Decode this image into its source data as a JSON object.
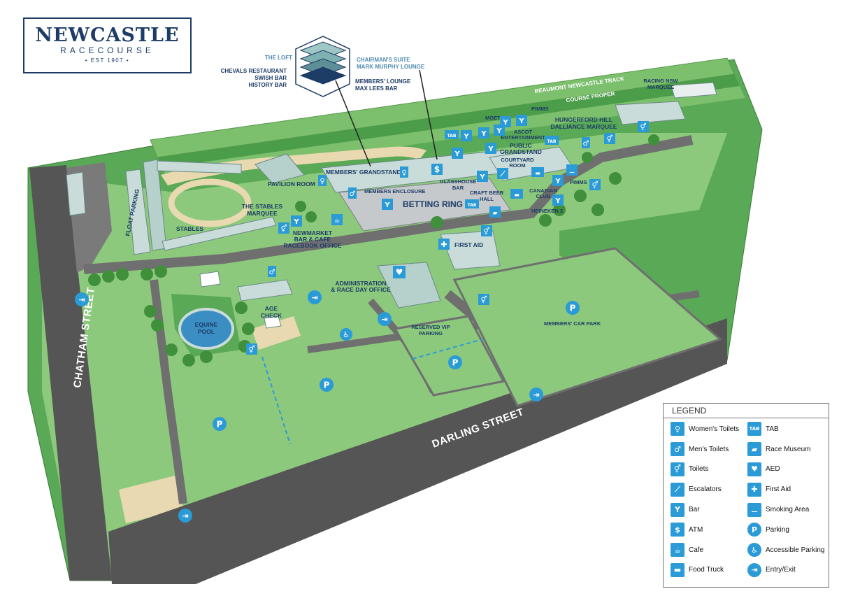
{
  "logo": {
    "name": "NEWCASTLE",
    "sub": "RACECOURSE",
    "est": "• EST 1907 •"
  },
  "callouts": {
    "left": [
      "THE LOFT",
      "CHEVALS RESTAURANT",
      "SWISH BAR",
      "HISTORY BAR"
    ],
    "right": [
      "CHAIRMAN'S SUITE",
      "MARK MURPHY LOUNGE",
      "MEMBERS' LOUNGE",
      "MAX LEES BAR"
    ]
  },
  "streets": {
    "chatham": "CHATHAM STREET",
    "darling": "DARLING STREET"
  },
  "tracks": {
    "beaumont": "BEAUMONT NEWCASTLE TRACK",
    "course": "COURSE PROPER"
  },
  "areas": {
    "float_parking": "FLOAT PARKING",
    "stables": "STABLES",
    "pavilion": "PAVILION ROOM",
    "stables_marquee_1": "THE STABLES",
    "stables_marquee_2": "MARQUEE",
    "members_grandstand": "MEMBERS' GRANDSTAND",
    "members_enclosure": "MEMBERS ENCLOSURE",
    "betting_ring": "BETTING RING",
    "glasshouse_1": "GLASSHOUSE",
    "glasshouse_2": "BAR",
    "craft_1": "CRAFT BEER",
    "craft_2": "HALL",
    "courtyard_1": "COURTYARD",
    "courtyard_2": "ROOM",
    "public_1": "PUBLIC",
    "public_2": "GRANDSTAND",
    "moet": "MOET",
    "pimms_top": "PIMMS",
    "ascot_1": "ASCOT",
    "ascot_2": "ENTERTAINMENT",
    "hungerford_1": "HUNGERFORD HILL",
    "hungerford_2": "DALLIANCE MARQUEE",
    "racing_1": "RACING NSW",
    "racing_2": "MARQUEE",
    "canadian_1": "CANADIAN",
    "canadian_2": "CLUB",
    "pimms_right": "PIMMS",
    "heineken": "HEINEKEN 3",
    "newmarket_1": "NEWMARKET",
    "newmarket_2": "BAR & CAFE",
    "newmarket_3": "RACEBOOK OFFICE",
    "first_aid": "FIRST AID",
    "admin_1": "ADMINISTRATION",
    "admin_2": "& RACE DAY OFFICE",
    "age_1": "AGE",
    "age_2": "CHECK",
    "equine_1": "EQUINE",
    "equine_2": "POOL",
    "reserved_1": "RESERVED VIP",
    "reserved_2": "PARKING",
    "members_car_park": "MEMBERS' CAR PARK"
  },
  "pins": {
    "parking": "P",
    "atm": "$",
    "tab": "TAB"
  },
  "legend": {
    "title": "LEGEND",
    "left": [
      {
        "label": "Women's Toilets",
        "icon": "womens-toilet-icon",
        "glyph": "♀"
      },
      {
        "label": "Men's Toilets",
        "icon": "mens-toilet-icon",
        "glyph": "♂"
      },
      {
        "label": "Toilets",
        "icon": "toilets-icon",
        "glyph": "⚥"
      },
      {
        "label": "Escalators",
        "icon": "escalator-icon",
        "glyph": "⟋"
      },
      {
        "label": "Bar",
        "icon": "bar-icon",
        "glyph": "Y"
      },
      {
        "label": "ATM",
        "icon": "atm-icon",
        "glyph": "$"
      },
      {
        "label": "Cafe",
        "icon": "cafe-icon",
        "glyph": "☕"
      },
      {
        "label": "Food Truck",
        "icon": "food-truck-icon",
        "glyph": "▬"
      }
    ],
    "right": [
      {
        "label": "TAB",
        "icon": "tab-icon",
        "glyph": "TAB"
      },
      {
        "label": "Race Museum",
        "icon": "museum-icon",
        "glyph": "▰"
      },
      {
        "label": "AED",
        "icon": "aed-icon",
        "glyph": "♥"
      },
      {
        "label": "First Aid",
        "icon": "first-aid-icon",
        "glyph": "✚"
      },
      {
        "label": "Smoking Area",
        "icon": "smoking-icon",
        "glyph": "⚊"
      },
      {
        "label": "Parking",
        "icon": "parking-icon",
        "glyph": "P"
      },
      {
        "label": "Accessible Parking",
        "icon": "accessible-parking-icon",
        "glyph": "♿"
      },
      {
        "label": "Entry/Exit",
        "icon": "entry-exit-icon",
        "glyph": "⇥"
      }
    ]
  },
  "colors": {
    "grass": "#8cc97c",
    "grass_dark": "#5aa957",
    "road": "#6a6a6a",
    "building": "#c9dcd9",
    "path": "#e9d9b0",
    "icon": "#2a9bd6",
    "navy": "#1d3c66"
  }
}
